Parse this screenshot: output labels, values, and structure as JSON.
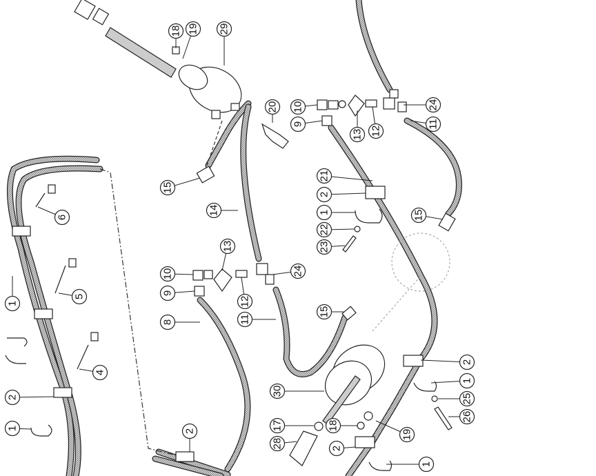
{
  "diagram": {
    "type": "exploded-parts-diagram",
    "callouts": [
      "18",
      "19",
      "29",
      "20",
      "10",
      "9",
      "13",
      "12",
      "24",
      "11",
      "15",
      "21",
      "2",
      "1",
      "22",
      "23",
      "15",
      "6",
      "14",
      "13",
      "24",
      "10",
      "9",
      "12",
      "11",
      "15",
      "8",
      "5",
      "1",
      "4",
      "2",
      "1",
      "30",
      "2",
      "1",
      "25",
      "26",
      "19",
      "17",
      "18",
      "28",
      "2",
      "2",
      "1"
    ]
  }
}
